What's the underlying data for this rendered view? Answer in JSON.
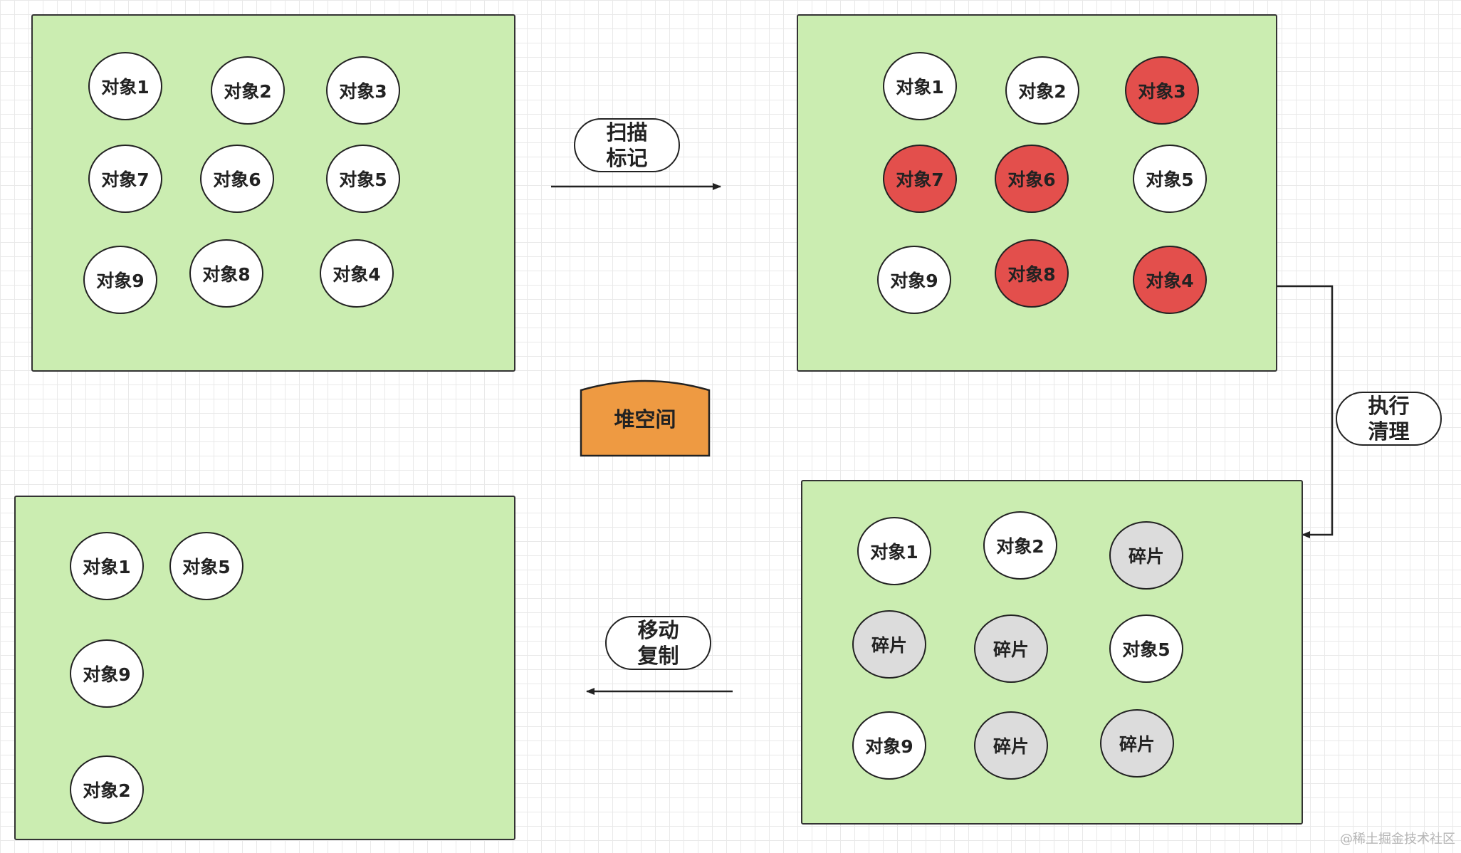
{
  "panels": {
    "initial": {
      "objects": [
        "对象1",
        "对象2",
        "对象3",
        "对象7",
        "对象6",
        "对象5",
        "对象9",
        "对象8",
        "对象4"
      ]
    },
    "marked": {
      "objects": [
        "对象1",
        "对象2",
        "对象3",
        "对象7",
        "对象6",
        "对象5",
        "对象9",
        "对象8",
        "对象4"
      ],
      "states": [
        "live",
        "live",
        "marked",
        "marked",
        "marked",
        "live",
        "live",
        "marked",
        "marked"
      ]
    },
    "cleaned": {
      "objects": [
        "对象1",
        "对象2",
        "碎片",
        "碎片",
        "碎片",
        "对象5",
        "对象9",
        "碎片",
        "碎片"
      ],
      "states": [
        "live",
        "live",
        "fragment",
        "fragment",
        "fragment",
        "live",
        "live",
        "fragment",
        "fragment"
      ]
    },
    "compacted": {
      "objects": [
        "对象1",
        "对象5",
        "对象9",
        "对象2"
      ]
    }
  },
  "steps": {
    "scan_mark": [
      "扫描",
      "标记"
    ],
    "execute_clean": [
      "执行",
      "清理"
    ],
    "move_copy": [
      "移动",
      "复制"
    ]
  },
  "legend": {
    "heap_space": "堆空间"
  },
  "colors": {
    "panel_fill": "#cbedb1",
    "marked_fill": "#e34f4c",
    "fragment_fill": "#dcdcdc",
    "heap_fill": "#ee9a42"
  },
  "watermark": "@稀土掘金技术社区"
}
